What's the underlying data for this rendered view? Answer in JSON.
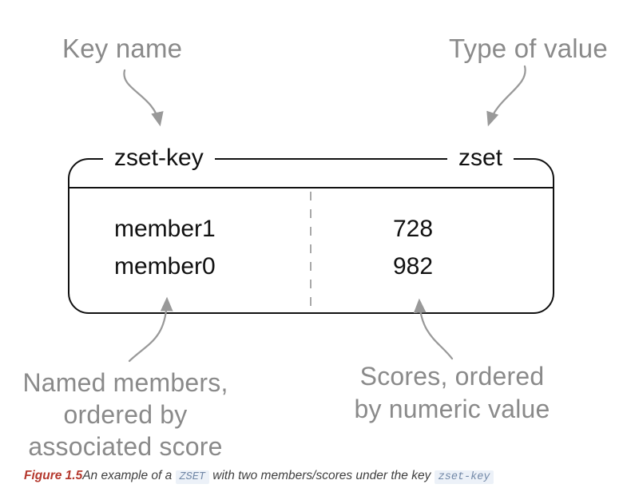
{
  "figure": {
    "annotations": {
      "key_name_label": "Key name",
      "type_of_value_label": "Type of value",
      "members_note": {
        "line1": "Named members,",
        "line2": "ordered by",
        "line3": "associated score"
      },
      "scores_note": {
        "line1": "Scores, ordered",
        "line2": "by numeric value"
      }
    },
    "box": {
      "key_name": "zset-key",
      "value_type": "zset",
      "rows": [
        {
          "member": "member1",
          "score": "728"
        },
        {
          "member": "member0",
          "score": "982"
        }
      ]
    },
    "caption": {
      "label": "Figure 1.5",
      "text_before": "An example of a ",
      "code_type": "ZSET",
      "text_middle": " with two members/scores under the key ",
      "code_key": "zset-key"
    },
    "colors": {
      "annotation_gray": "#8a8a8a",
      "arrow_gray": "#999999",
      "box_border_black": "#111111",
      "dashed_divider_gray": "#a9a9a9",
      "caption_red": "#b5392e",
      "caption_text": "#3f3f3f",
      "code_text_blue": "#7288a7",
      "code_background": "#ecf1f8"
    }
  }
}
